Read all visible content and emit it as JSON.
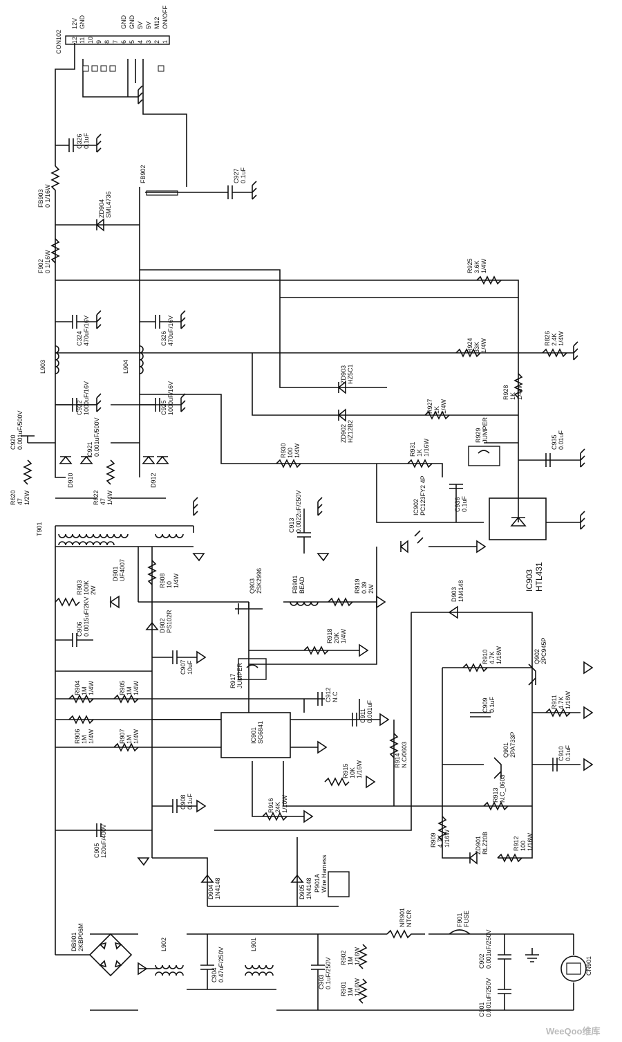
{
  "conn": {
    "ref": "CON102",
    "pins": [
      "12",
      "11",
      "10",
      "9",
      "8",
      "7",
      "6",
      "5",
      "4",
      "3",
      "2",
      "1"
    ],
    "signals": [
      "12V",
      "GND",
      "",
      "",
      "",
      "",
      "GND",
      "GND",
      "5V",
      "5V",
      "M12",
      "ON/OFF"
    ]
  },
  "components": {
    "c326": [
      "C326",
      "0.1uF"
    ],
    "fb903": [
      "FB903",
      "0 1/16W"
    ],
    "fb902": [
      "FB902"
    ],
    "c927": [
      "C927",
      "0.1uF"
    ],
    "zd904": [
      "ZD904",
      "SML4736"
    ],
    "f902": [
      "F902",
      "0 1/16W"
    ],
    "r925": [
      "R925",
      "3.6K",
      "1/4W"
    ],
    "c324": [
      "C324",
      "470uF/16V"
    ],
    "c326b": [
      "C326",
      "470uF/16V"
    ],
    "r924": [
      "R924",
      "33K",
      "1/4W"
    ],
    "r826": [
      "R826",
      "2.4K",
      "1/4W"
    ],
    "l903": [
      "L903"
    ],
    "c922": [
      "C922",
      "1000uF/16V"
    ],
    "l904": [
      "L904"
    ],
    "c925": [
      "C925",
      "1000uF/16V"
    ],
    "zd903": [
      "ZD903",
      "HZ5C1"
    ],
    "r928": [
      "R928",
      "1K",
      "1/4W"
    ],
    "r927": [
      "R927",
      "1K",
      "1/4W"
    ],
    "zd902": [
      "ZD902",
      "HZ12B2"
    ],
    "c920": [
      "C920",
      "0.001uF/500V"
    ],
    "c921": [
      "C921",
      "0.001uF/500V"
    ],
    "d910": [
      "D910"
    ],
    "d912": [
      "D912"
    ],
    "r620": [
      "R620",
      "47",
      "1/2W"
    ],
    "r822": [
      "R822",
      "47",
      "1/4W"
    ],
    "r930": [
      "R930",
      "100",
      "1/4W"
    ],
    "r931": [
      "R931",
      "1K",
      "1/16W"
    ],
    "r929": [
      "R929",
      "JUMPER"
    ],
    "c935": [
      "C935",
      "0.01uF"
    ],
    "c936": [
      "C936",
      "0.1uF"
    ],
    "ic902": [
      "IC902",
      "PC123FY2 4P"
    ],
    "ic903": [
      "IC903",
      "HTL431"
    ],
    "t901": [
      "T901"
    ],
    "c913": [
      "C913",
      "0.0022uF/250V"
    ],
    "r903": [
      "R903",
      "100K",
      "2W"
    ],
    "d901": [
      "D901",
      "UF4007"
    ],
    "r908": [
      "R908",
      "10",
      "1/4W"
    ],
    "q903": [
      "Q903",
      "2SK2996"
    ],
    "fb901": [
      "FB901",
      "BEAD"
    ],
    "r919": [
      "R919",
      "0.39",
      "2W"
    ],
    "d903": [
      "D903",
      "1N4148"
    ],
    "c906": [
      "C906",
      "0.0015uF/2KV"
    ],
    "d902": [
      "D902",
      "PS102R"
    ],
    "r918": [
      "R918",
      "20K",
      "1/4W"
    ],
    "r910": [
      "R910",
      "4.7K",
      "1/16W"
    ],
    "q902": [
      "Q902",
      "2PC945P"
    ],
    "r904": [
      "R904",
      "1M",
      "1/4W"
    ],
    "r905": [
      "R905",
      "1M",
      "1/4W"
    ],
    "c907": [
      "C907",
      "10uF"
    ],
    "r917": [
      "R917",
      "JUMPER"
    ],
    "c912": [
      "C912",
      "N.C"
    ],
    "c909": [
      "C909",
      "0.1uF"
    ],
    "r911": [
      "R911",
      "4.7K",
      "1/16W"
    ],
    "r906": [
      "R906",
      "1M",
      "1/4W"
    ],
    "r907": [
      "R907",
      "1M",
      "1/4W"
    ],
    "ic901": [
      "IC901",
      "SG6841"
    ],
    "c911": [
      "C911",
      "0.001uF"
    ],
    "q901": [
      "Q901",
      "2PA733P"
    ],
    "c910": [
      "C910",
      "0.1uF"
    ],
    "r914": [
      "R914",
      "N.C/0603"
    ],
    "r915": [
      "R915",
      "10K",
      "1/16W"
    ],
    "c908": [
      "C908",
      "0.1uF"
    ],
    "r913": [
      "R913",
      "N.C_0603"
    ],
    "r916": [
      "R916",
      "24K",
      "1/10W"
    ],
    "c905": [
      "C905",
      "120uF/400V"
    ],
    "r909": [
      "R909",
      "4.7K",
      "1/16W"
    ],
    "zd901": [
      "ZD901",
      "RLZ20B"
    ],
    "r912": [
      "R912",
      "100",
      "1/16W"
    ],
    "d904": [
      "D904",
      "1N4148"
    ],
    "d905": [
      "D905",
      "1N4148"
    ],
    "p901": [
      "P901A",
      "Wire Harness"
    ],
    "nr901": [
      "NR901",
      "NTCR"
    ],
    "f901": [
      "F901",
      "FUSE"
    ],
    "db901": [
      "DB901",
      "2KBP06M"
    ],
    "l902": [
      "L902"
    ],
    "c904": [
      "C904",
      "0.47uF/250V"
    ],
    "l901": [
      "L901"
    ],
    "c903": [
      "C903",
      "0.1uF/250V"
    ],
    "r902": [
      "R902",
      "1M",
      "1/16W"
    ],
    "r901": [
      "R901",
      "1M",
      "1/16W"
    ],
    "c902": [
      "C902",
      "0.001uF/250V"
    ],
    "c901": [
      "C901",
      "0.001uF/250V"
    ],
    "cn901": [
      "CN901"
    ]
  },
  "watermark": "WeeQoo维库"
}
